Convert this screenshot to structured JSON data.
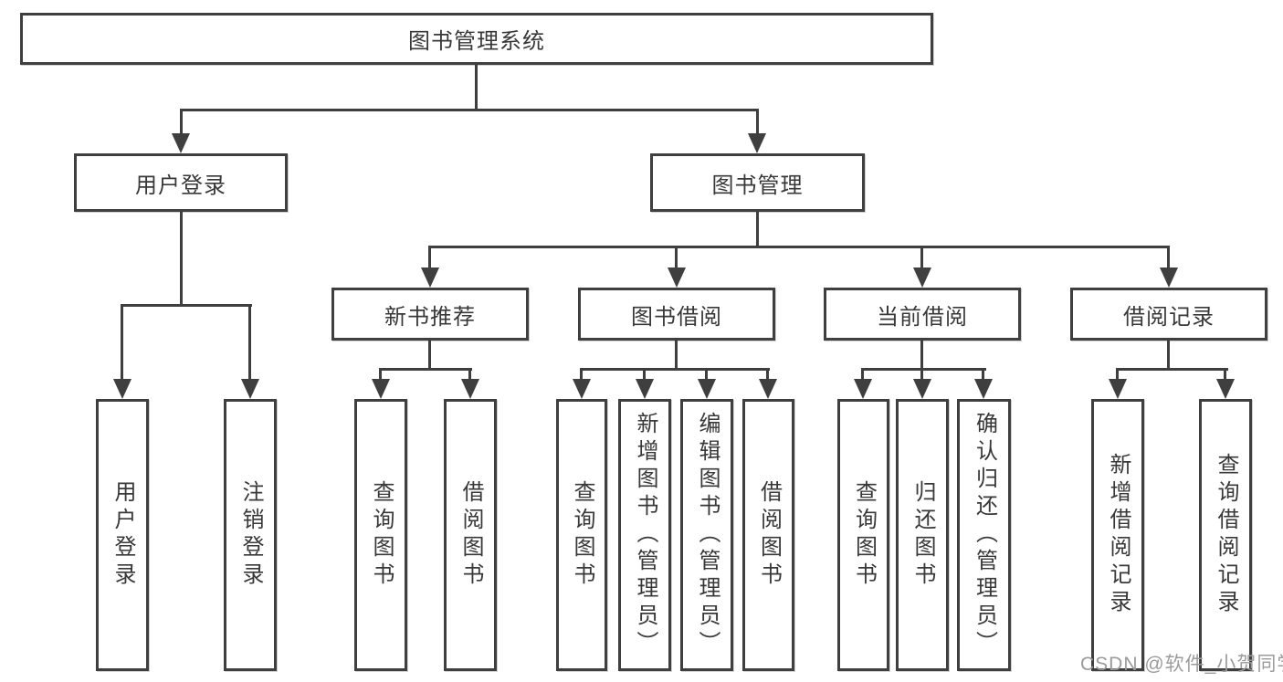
{
  "nodes": {
    "root": "图书管理系统",
    "user_login": "用户登录",
    "book_management": "图书管理",
    "new_book_recommend": "新书推荐",
    "book_borrow": "图书借阅",
    "current_borrow": "当前借阅",
    "borrow_records": "借阅记录",
    "leaf_user_login": "用户登录",
    "leaf_logout": "注销登录",
    "nb_query_books": "查询图书",
    "nb_borrow_books": "借阅图书",
    "bb_query_books": "查询图书",
    "bb_add_books": "新增图书（管理员）",
    "bb_edit_books": "编辑图书（管理员）",
    "bb_borrow_books": "借阅图书",
    "cb_query_books": "查询图书",
    "cb_return_books": "归还图书",
    "cb_confirm_return": "确认归还（管理员）",
    "br_add_record": "新增借阅记录",
    "br_query_record": "查询借阅记录"
  },
  "watermark": "CSDN @软件_小贺同学",
  "colors": {
    "line": "#3f3f3f",
    "text": "#383838",
    "background": "#ffffff",
    "watermark": "#9b9b9b"
  }
}
